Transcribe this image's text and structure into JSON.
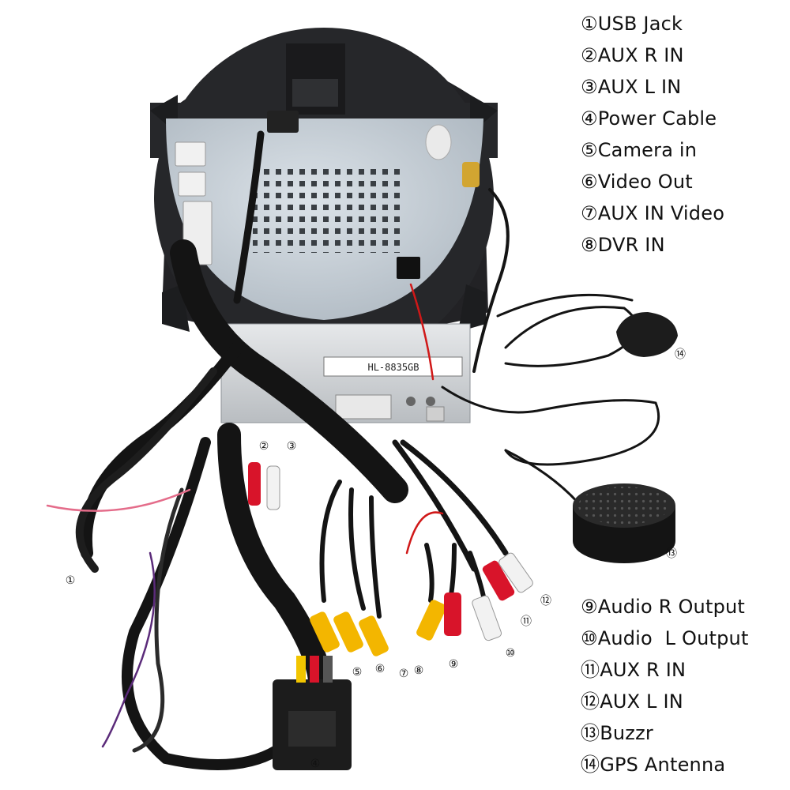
{
  "legend_top": [
    {
      "num": "①",
      "label": "USB Jack"
    },
    {
      "num": "②",
      "label": "AUX R IN"
    },
    {
      "num": "③",
      "label": "AUX L IN"
    },
    {
      "num": "④",
      "label": "Power Cable"
    },
    {
      "num": "⑤",
      "label": "Camera in"
    },
    {
      "num": "⑥",
      "label": "Video Out"
    },
    {
      "num": "⑦",
      "label": "AUX IN Video"
    },
    {
      "num": "⑧",
      "label": "DVR IN"
    }
  ],
  "legend_bottom": [
    {
      "num": "⑨",
      "label": "Audio R Output"
    },
    {
      "num": "⑩",
      "label": "Audio  L Output"
    },
    {
      "num": "⑪",
      "label": "AUX R IN"
    },
    {
      "num": "⑫",
      "label": "AUX L IN"
    },
    {
      "num": "⑬",
      "label": "Buzzr"
    },
    {
      "num": "⑭",
      "label": "GPS Antenna"
    }
  ],
  "callouts": {
    "c1": "①",
    "c2": "②",
    "c3": "③",
    "c4": "④",
    "c5": "⑤",
    "c6": "⑥",
    "c7": "⑦",
    "c8": "⑧",
    "c9": "⑨",
    "c10": "⑩",
    "c11": "⑪",
    "c12": "⑫",
    "c13": "⑬",
    "c14": "⑭"
  },
  "unit_sticker": "HL-8835GB",
  "colors": {
    "panel": "#c9d1d8",
    "bezel": "#2a2a2c",
    "cable": "#141414",
    "rca_red": "#d8142a",
    "rca_white": "#f2f2f2",
    "rca_yellow": "#f3b600",
    "wire_red": "#e0141e"
  }
}
